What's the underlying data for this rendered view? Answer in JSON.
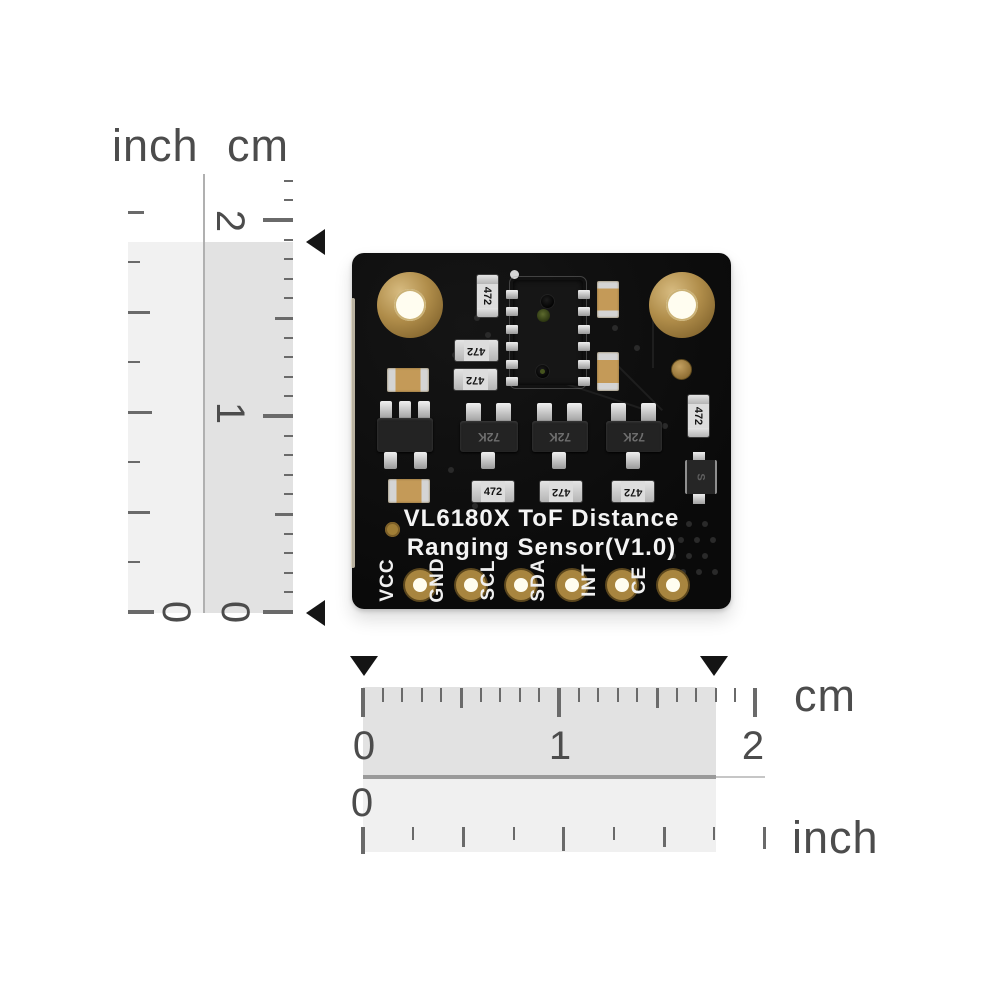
{
  "rulers": {
    "vertical": {
      "inch_label": "inch",
      "cm_label": "cm",
      "cm_numbers": [
        "2",
        "1",
        "0"
      ],
      "inch_numbers": [
        "0"
      ]
    },
    "horizontal": {
      "cm_numbers": [
        "0",
        "1",
        "2"
      ],
      "cm_label": "cm",
      "inch_numbers": [
        "0"
      ],
      "inch_label": "inch"
    }
  },
  "board": {
    "silkscreen_line1": "VL6180X ToF Distance",
    "silkscreen_line2": "Ranging Sensor(V1.0)",
    "pins": [
      "VCC",
      "GND",
      "SCL",
      "SDA",
      "INT",
      "CE"
    ],
    "labels": {
      "resistor": "472",
      "transistor": "72K",
      "diode": "S"
    }
  },
  "colors": {
    "background": "#ffffff",
    "board_black": "#0b0b0b",
    "gold": "#b08d4a",
    "silkscreen_white": "#f4f4f4",
    "capacitor_tan": "#c49a58",
    "ruler_band_cm": "#e2e2e2",
    "ruler_band_inch": "#f1f1f1",
    "ruler_text": "#4c4c4c",
    "tick_gray": "#6a6a6a",
    "arrow_black": "#161616"
  }
}
